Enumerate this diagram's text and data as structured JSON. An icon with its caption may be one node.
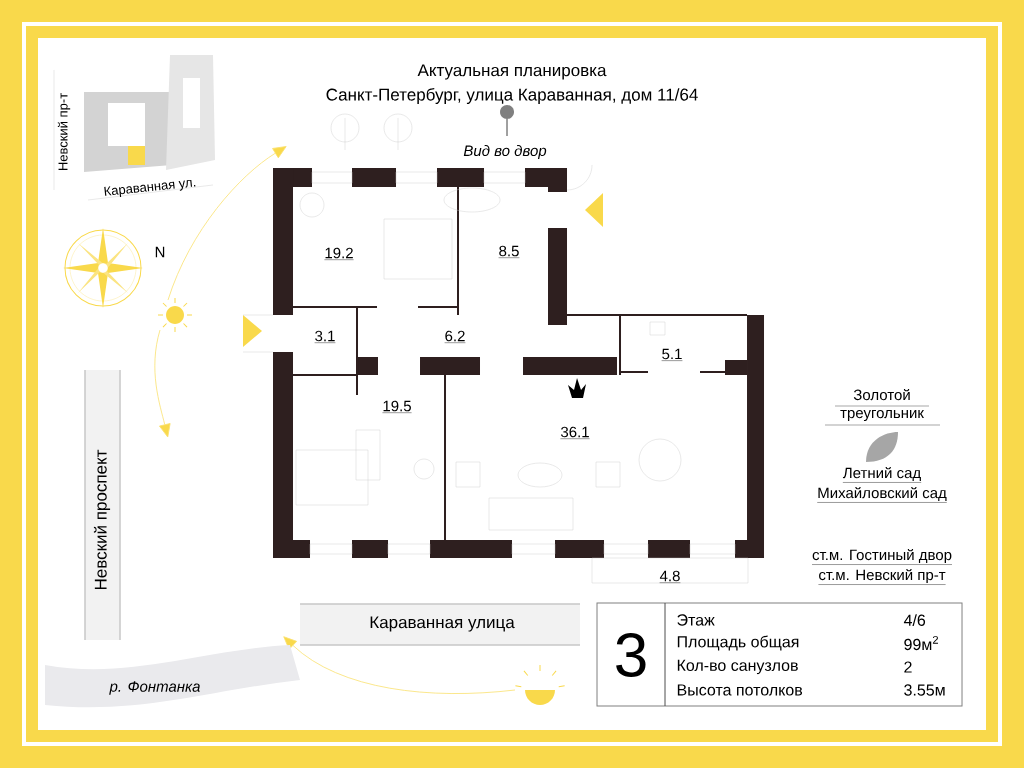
{
  "diagram": {
    "title": "Актуальная планировка",
    "nodes": [
      {
        "text": [
          "19.2"
        ]
      },
      {
        "text": [
          "8.5"
        ]
      },
      {
        "text": [
          "3.1"
        ]
      },
      {
        "text": [
          "6.2"
        ]
      },
      {
        "text": [
          "19.5"
        ]
      },
      {
        "text": [
          "36.1"
        ]
      },
      {
        "text": [
          "5.1"
        ]
      },
      {
        "text": [
          "4.8"
        ]
      }
    ],
    "edges": [],
    "labels": [
      "Санкт-Петербург, улица Караванная, дом 11/64",
      "Невский пр-т",
      "Караванная ул.",
      "Вид во двор",
      "N",
      "Золотой треугольник",
      "Летний сад",
      "Михайловский сад",
      "ст.м. Гостиный двор",
      "ст.м. Невский пр-т",
      "Невский проспект",
      "Караванная улица",
      "р. Фонтанка",
      "3",
      "Этаж",
      "4/6",
      "Площадь общая",
      "99м$^{2}$",
      "Кол-во санузлов",
      "2",
      "Высота потолков",
      "3.55м"
    ]
  }
}
